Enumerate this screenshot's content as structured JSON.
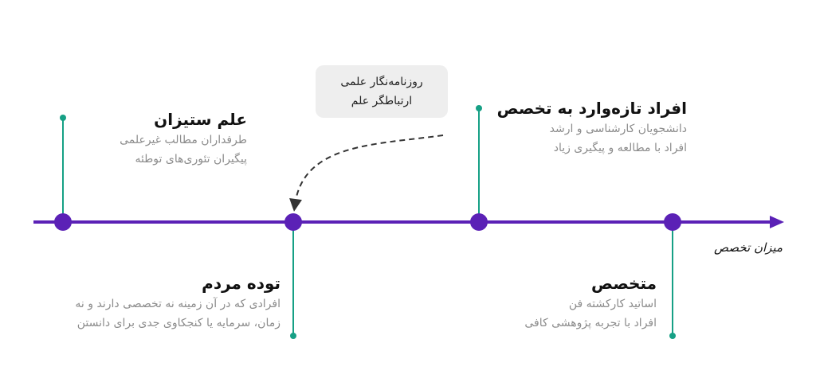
{
  "axis": {
    "label": "میزان تخصص",
    "color": "#5b21b6",
    "node_color": "#5b21b6",
    "connector_color": "#16a085"
  },
  "groups": {
    "anti_science": {
      "title": "علم ستیزان",
      "lines": [
        "طرفداران مطالب غیرعلمی",
        "پیگیران تئوری‌های توطئه"
      ]
    },
    "public": {
      "title": "توده مردم",
      "lines": [
        "افرادی که در آن زمینه نه تخصصی دارند و نه",
        "زمان، سرمایه یا کنجکاوی جدی برای دانستن"
      ]
    },
    "newcomers": {
      "title": "افراد تازه‌وارد به تخصص",
      "lines": [
        "دانشجویان کارشناسی و ارشد",
        "افراد با مطالعه و پیگیری زیاد"
      ]
    },
    "experts": {
      "title": "متخصص",
      "lines": [
        "اساتید کارکشته فن",
        "افراد با تجربه پژوهشی کافی"
      ]
    }
  },
  "callout": {
    "lines": [
      "روزنامه‌نگار علمی",
      "ارتباطگر علم"
    ],
    "background": "#eeeeee"
  }
}
